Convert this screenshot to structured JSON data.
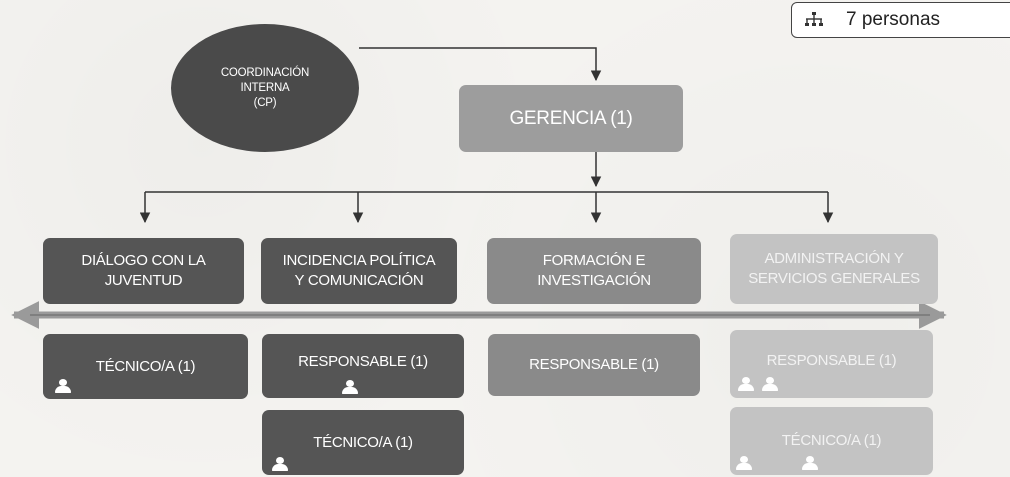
{
  "badge": {
    "icon": "org-chart-icon",
    "text": "7 personas"
  },
  "coordination": {
    "label": "COORDINACIÓN\nINTERNA\n(CP)"
  },
  "gerencia": {
    "label": "GERENCIA (1)"
  },
  "areas": [
    {
      "label": "DIÁLOGO CON LA\nJUVENTUD"
    },
    {
      "label": "INCIDENCIA POLÍTICA\nY COMUNICACIÓN"
    },
    {
      "label": "FORMACIÓN E\nINVESTIGACIÓN"
    },
    {
      "label": "ADMINISTRACIÓN Y\nSERVICIOS GENERALES"
    }
  ],
  "roles": [
    {
      "label": "TÉCNICO/A (1)"
    },
    {
      "label": "RESPONSABLE (1)"
    },
    {
      "label": "TÉCNICO/A (1)"
    },
    {
      "label": "RESPONSABLE (1)"
    },
    {
      "label": "RESPONSABLE (1)"
    },
    {
      "label": "TÉCNICO/A (1)"
    }
  ],
  "colors": {
    "dark": "#555555",
    "mid": "#8a8a8a",
    "light": "#c3c3c3",
    "gerencia": "#9d9d9d",
    "oval": "#4a4a4a"
  }
}
